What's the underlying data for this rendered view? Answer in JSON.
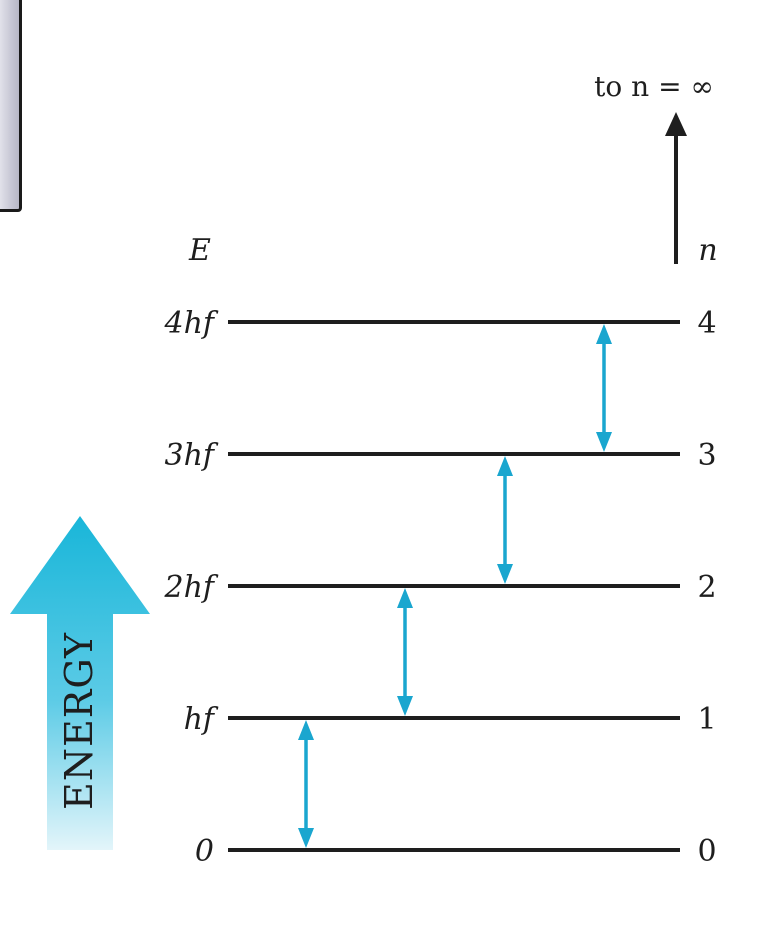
{
  "diagram": {
    "energy_axis_label": "E",
    "quantum_number_label": "n",
    "infinity_label": "to n = ∞",
    "energy_arrow_label": "ENERGY",
    "levels": [
      {
        "n": "0",
        "energy": "0"
      },
      {
        "n": "1",
        "energy": "hf"
      },
      {
        "n": "2",
        "energy": "2hf"
      },
      {
        "n": "3",
        "energy": "3hf"
      },
      {
        "n": "4",
        "energy": "4hf"
      }
    ],
    "transitions": [
      {
        "from": 0,
        "to": 1
      },
      {
        "from": 1,
        "to": 2
      },
      {
        "from": 2,
        "to": 3
      },
      {
        "from": 3,
        "to": 4
      }
    ],
    "colors": {
      "line": "#1e1e1e",
      "transition": "#1aa6cf",
      "energy_arrow_top": "#19b6d9",
      "energy_arrow_bottom": "#d8f1f8"
    }
  }
}
